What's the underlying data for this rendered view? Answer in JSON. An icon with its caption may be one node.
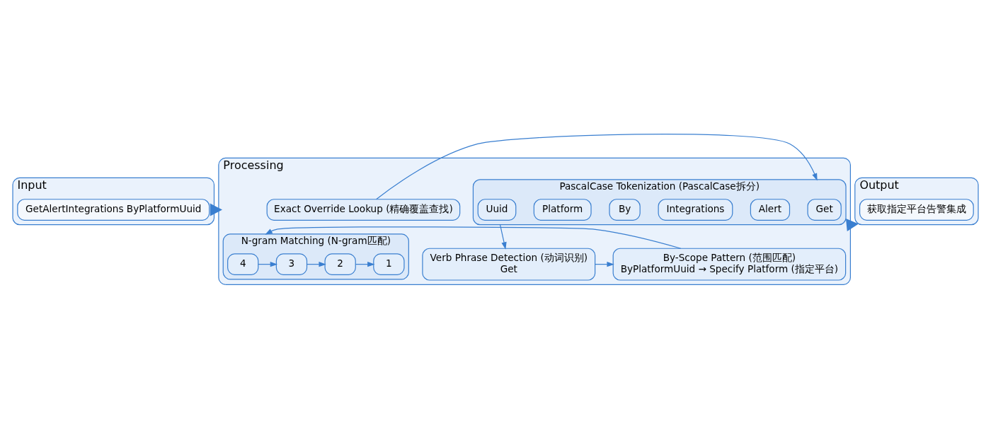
{
  "diagram": {
    "nodes": [
      {
        "text": [
          "Input"
        ]
      },
      {
        "text": [
          "GetAlertIntegrations ByPlatformUuid"
        ],
        "in": 0
      },
      {
        "text": [
          "Processing"
        ]
      },
      {
        "text": [
          "Exact Override Lookup (精确覆盖查找)"
        ],
        "in": 2
      },
      {
        "text": [
          "PascalCase Tokenization (PascalCase拆分)"
        ],
        "in": 2
      },
      {
        "text": [
          "Get"
        ],
        "in": 4
      },
      {
        "text": [
          "Alert"
        ],
        "in": 4
      },
      {
        "text": [
          "Integrations"
        ],
        "in": 4
      },
      {
        "text": [
          "By"
        ],
        "in": 4
      },
      {
        "text": [
          "Platform"
        ],
        "in": 4
      },
      {
        "text": [
          "Uuid"
        ],
        "in": 4
      },
      {
        "text": [
          "Verb Phrase Detection (动词识别)",
          "Get"
        ],
        "in": 2
      },
      {
        "text": [
          "By-Scope Pattern (范围匹配)",
          "ByPlatformUuid → Specify Platform (指定平台)"
        ],
        "in": 2
      },
      {
        "text": [
          "N-gram Matching (N-gram匹配)"
        ],
        "in": 2
      },
      {
        "text": [
          "4"
        ],
        "in": 13
      },
      {
        "text": [
          "3"
        ],
        "in": 13
      },
      {
        "text": [
          "2"
        ],
        "in": 13
      },
      {
        "text": [
          "1"
        ],
        "in": 13
      },
      {
        "text": [
          "Output"
        ]
      },
      {
        "text": [
          "获取指定平台告警集成"
        ],
        "in": 18
      }
    ],
    "edges": [
      {
        "from": 0,
        "to": 2,
        "arrow": "to",
        "style": "thick"
      },
      {
        "from": 3,
        "to": 4,
        "arrow": "to"
      },
      {
        "from": 4,
        "to": 11,
        "arrow": "to"
      },
      {
        "from": 11,
        "to": 12,
        "arrow": "to"
      },
      {
        "from": 12,
        "to": 13,
        "arrow": "to"
      },
      {
        "from": 14,
        "to": 15,
        "arrow": "to"
      },
      {
        "from": 15,
        "to": 16,
        "arrow": "to"
      },
      {
        "from": 16,
        "to": 17,
        "arrow": "to"
      },
      {
        "from": 2,
        "to": 18,
        "arrow": "to",
        "style": "thick"
      }
    ]
  }
}
